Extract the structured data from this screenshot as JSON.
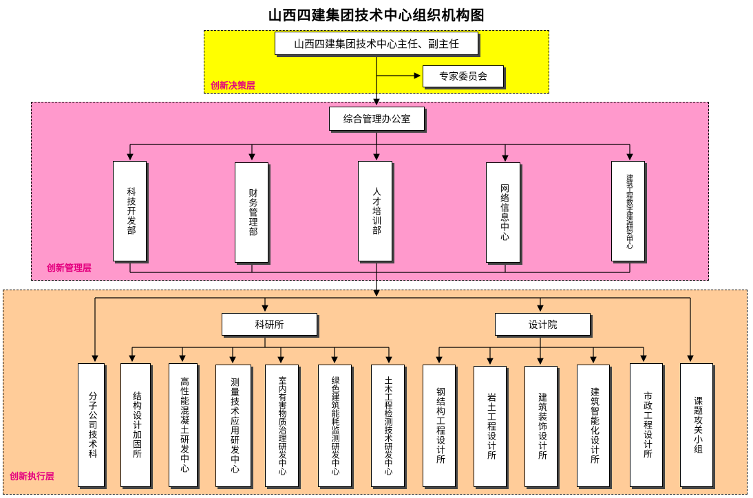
{
  "title": "山西四建集团技术中心组织机构图",
  "layers": {
    "decision": {
      "label": "创新决策层",
      "color": "#ffff00"
    },
    "management": {
      "label": "创新管理层",
      "color": "#ff99cc"
    },
    "execution": {
      "label": "创新执行层",
      "color": "#ffcc99"
    }
  },
  "nodes": {
    "director": "山西四建集团技术中心主任、副主任",
    "experts": "专家委员会",
    "office": "综合管理办公室",
    "mgmt_depts": [
      "科技开发部",
      "财务管理部",
      "人才培训部",
      "网络信息中心",
      "建筑工程数字建造研究中心"
    ],
    "research_inst": "科研所",
    "design_inst": "设计院",
    "subsidiary": "分子公司技术科",
    "research_units": [
      "结构设计加固所",
      "高性能混凝土研发中心",
      "测量技术应用研发中心",
      "室内有害物质治理研发中心",
      "绿色建筑能耗监测研发中心",
      "土木工程检测技术研发中心"
    ],
    "design_units": [
      "钢结构工程设计所",
      "岩土工程设计所",
      "建筑装饰设计所",
      "建筑智能化设计所",
      "市政工程设计所"
    ],
    "task_force": "课题攻关小组"
  }
}
